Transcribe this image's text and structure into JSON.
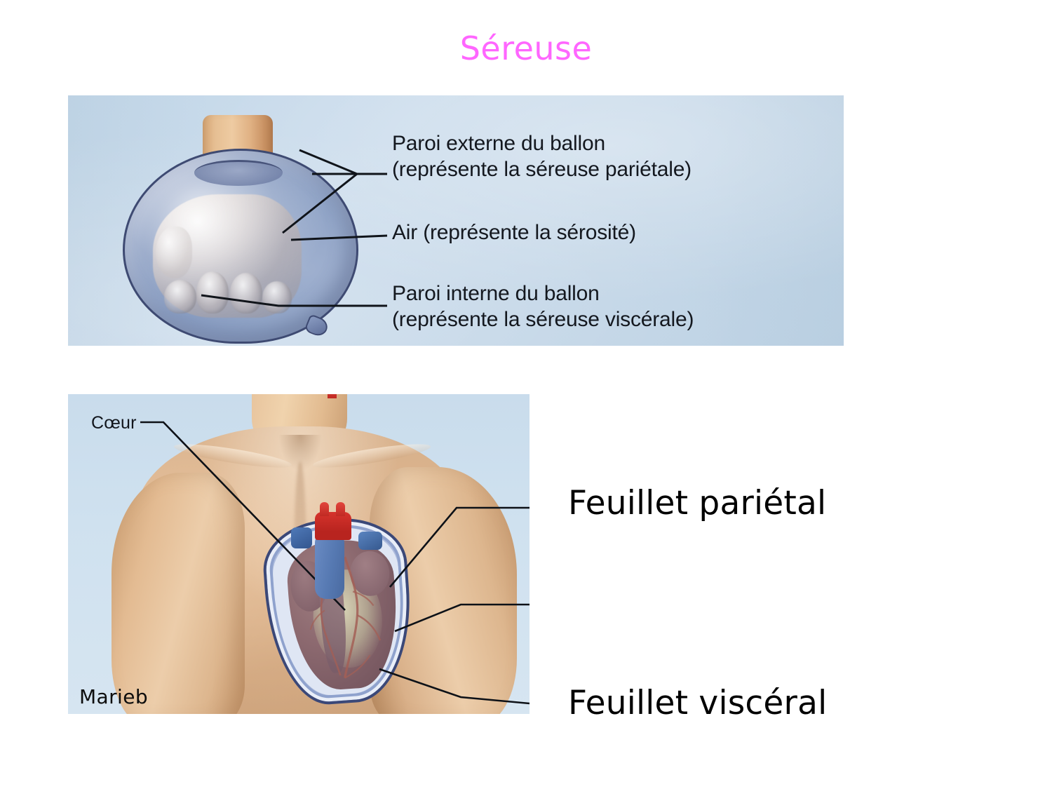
{
  "slide": {
    "title": "Séreuse",
    "title_color": "#ff66ff",
    "background_color": "#ffffff"
  },
  "figure_balloon": {
    "name": "balloon-and-fist-diagram",
    "background_color": "#c6d8e9",
    "labels": [
      {
        "id": "paroi-externe",
        "line1": "Paroi externe du ballon",
        "line2": "(représente la séreuse pariétale)"
      },
      {
        "id": "air",
        "line1": "Air (représente la sérosité)",
        "line2": ""
      },
      {
        "id": "paroi-interne",
        "line1": "Paroi interne du ballon",
        "line2": "(représente la séreuse viscérale)"
      }
    ]
  },
  "figure_torso": {
    "name": "torso-heart-pericardium-photo",
    "heart_label": "Cœur",
    "source_credit": "Marieb"
  },
  "annotations": {
    "parietal": "Feuillet pariétal",
    "visceral": "Feuillet viscéral"
  }
}
